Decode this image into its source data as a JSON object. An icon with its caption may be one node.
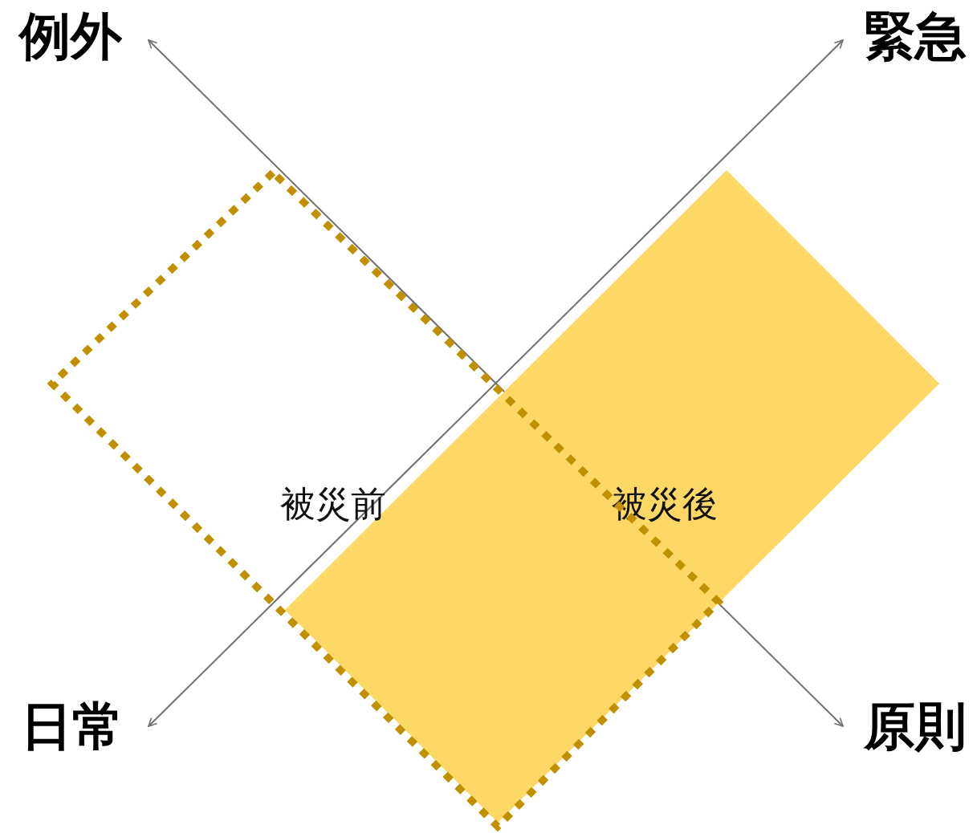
{
  "diagram": {
    "nodes": [
      {
        "text": [
          "被災前"
        ]
      },
      {
        "text": [
          "被災後"
        ]
      }
    ],
    "edges": [],
    "labels": [
      "例外",
      "緊急",
      "日常",
      "原則"
    ]
  }
}
